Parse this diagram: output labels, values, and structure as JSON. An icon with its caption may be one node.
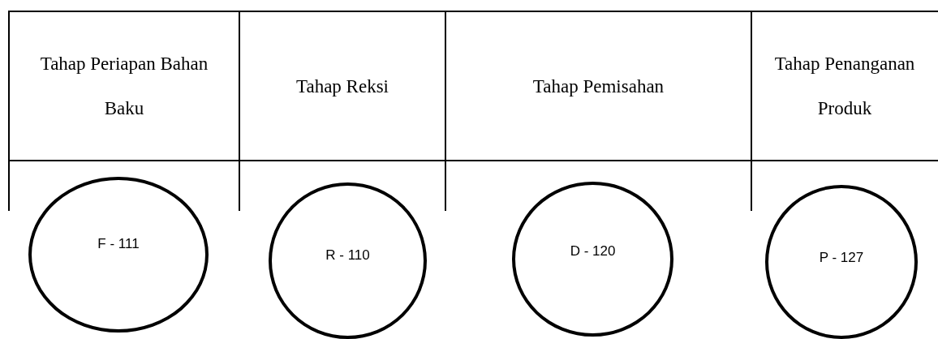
{
  "diagram": {
    "nodes": [
      {
        "text": [
          "F - 111"
        ]
      },
      {
        "text": [
          "R - 110"
        ]
      },
      {
        "text": [
          "D - 120"
        ]
      },
      {
        "text": [
          "P - 127"
        ]
      }
    ],
    "labels": [
      "Tahap Periapan Bahan Baku",
      "Tahap Reksi",
      "Tahap Pemisahan",
      "Tahap Penanganan Produk"
    ]
  }
}
